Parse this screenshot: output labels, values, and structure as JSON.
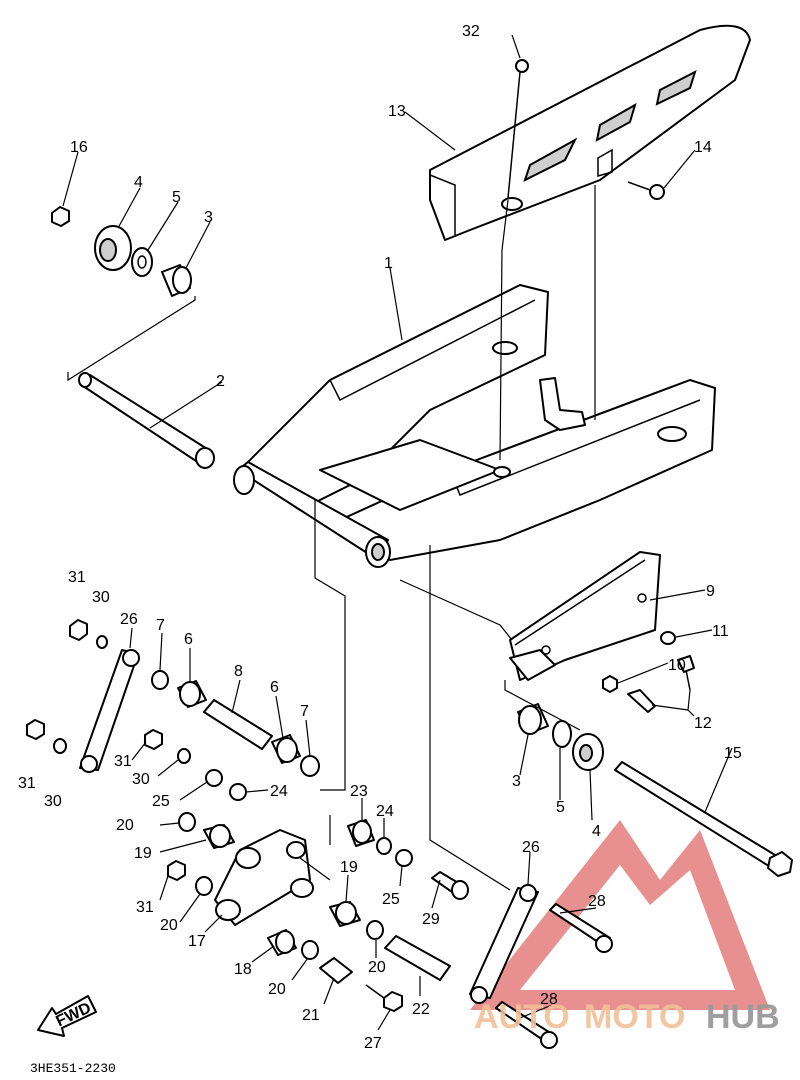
{
  "diagram": {
    "catalog_code": "3HE351-2230",
    "fwd_label": "FWD",
    "callouts": {
      "c32": "32",
      "c13": "13",
      "c14": "14",
      "c16": "16",
      "c4a": "4",
      "c5a": "5",
      "c3a": "3",
      "c1": "1",
      "c2": "2",
      "c9": "9",
      "c11": "11",
      "c10": "10",
      "c12": "12",
      "c15": "15",
      "c3b": "3",
      "c5b": "5",
      "c4b": "4",
      "c31a": "31",
      "c30a": "30",
      "c26a": "26",
      "c7a": "7",
      "c6a": "6",
      "c8": "8",
      "c6b": "6",
      "c7b": "7",
      "c31b": "31",
      "c30b": "30",
      "c31c": "31",
      "c30c": "30",
      "c25a": "25",
      "c24a": "24",
      "c23": "23",
      "c24b": "24",
      "c20a": "20",
      "c19a": "19",
      "c19b": "19",
      "c25b": "25",
      "c26b": "26",
      "c31d": "31",
      "c20b": "20",
      "c17": "17",
      "c29": "29",
      "c28a": "28",
      "c18": "18",
      "c20c": "20",
      "c20d": "20",
      "c21": "21",
      "c22": "22",
      "c27": "27",
      "c28b": "28"
    }
  },
  "watermark": {
    "text_auto": "AUTO",
    "text_moto": "MOTO",
    "text_hub": "HUB",
    "color_auto": "#f2c09a",
    "color_moto": "#f2c09a",
    "color_hub": "#9a9a9a",
    "triangle_color": "#e06a6a"
  }
}
